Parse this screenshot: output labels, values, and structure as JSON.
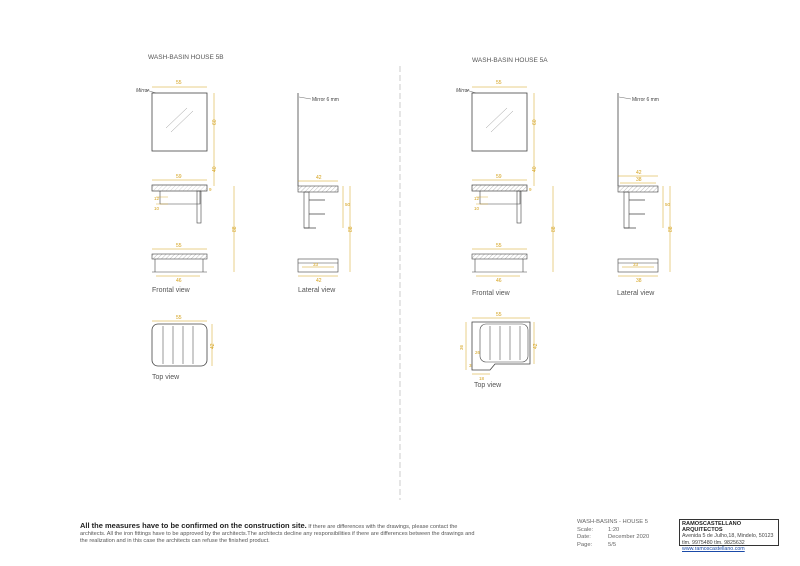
{
  "titles": {
    "house_5b": "WASH-BASIN HOUSE 5B",
    "house_5a": "WASH-BASIN HOUSE 5A"
  },
  "labels": {
    "frontal_view": "Frontal view",
    "lateral_view": "Lateral view",
    "top_view": "Top view",
    "mirror": "Mirror",
    "mirror_6mm": "Mirror 6 mm"
  },
  "dimensions": {
    "d55": "55",
    "d60": "60",
    "d40": "40",
    "d59": "59",
    "d42": "42",
    "d46": "46",
    "d88": "88",
    "d50": "50",
    "d33": "33",
    "d38": "38",
    "d18": "18",
    "d10": "10",
    "d12": "12",
    "d9": "9",
    "d8": "8",
    "d3": "3",
    "d36": "36",
    "d26": "26"
  },
  "note": {
    "bold": "All the measures have to be confirmed on the construction site.",
    "text": " If there are differences with the drawings, please contact the architects. All the iron fittings have to be approved by the architects.The architects decline any responsibilities if there are differences between the drawings and the realization and in this case the architects can refuse the finished product."
  },
  "info": {
    "project": "WASH-BASINS - HOUSE 5",
    "scale_key": "Scale:",
    "scale_val": "1:20",
    "date_key": "Date:",
    "date_val": "December 2020",
    "page_key": "Page:",
    "page_val": "5/5"
  },
  "stamp": {
    "firm": "RAMOSCASTELLANO ARQUITECTOS",
    "address": "Avenida 5 de Julho,18, Mindelo, 50123",
    "phone": "tlm. 9975480 tlm. 9825632",
    "web": "www.ramoscastellano.com"
  },
  "colors": {
    "line": "#555555",
    "dimension": "#d4a017",
    "hatch": "#8a8a8a"
  }
}
